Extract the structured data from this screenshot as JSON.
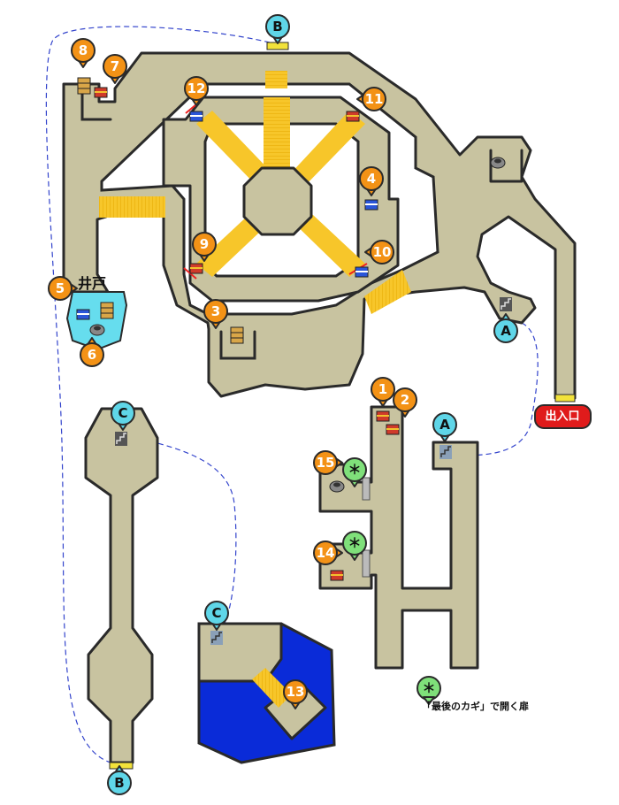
{
  "colors": {
    "floor": "#c8c3a0",
    "bridge": "#f7c62a",
    "water": "#0a2bd8",
    "pond": "#66ddee",
    "treasure_pin": "#f39216",
    "warp_pin": "#5fd6e8",
    "key_door_pin": "#7fe07a",
    "exit": "#e01b1b"
  },
  "labels": {
    "well": "井戸",
    "exit": "出入口"
  },
  "legend": {
    "symbol": "＊",
    "text": "「最後のカギ」で開く扉"
  },
  "treasure_pins": [
    "1",
    "2",
    "3",
    "4",
    "5",
    "6",
    "7",
    "8",
    "9",
    "10",
    "11",
    "12",
    "13",
    "14",
    "15"
  ],
  "warp_pins": [
    "A",
    "A",
    "B",
    "B",
    "C",
    "C"
  ],
  "key_door_pins": [
    "＊",
    "＊"
  ],
  "icons": {
    "chest": "treasure-chest-icon",
    "pot": "pot-icon",
    "drawer": "drawer-icon",
    "stairs": "stairs-icon"
  }
}
